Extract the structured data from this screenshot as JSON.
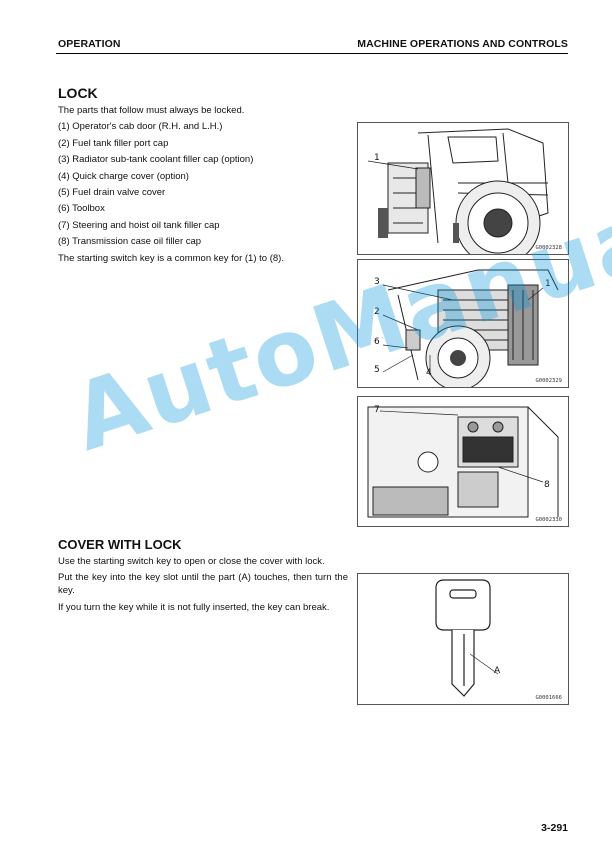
{
  "header": {
    "left": "OPERATION",
    "right": "MACHINE OPERATIONS AND CONTROLS"
  },
  "lock": {
    "title": "LOCK",
    "intro": "The parts that follow must always be locked.",
    "items": [
      "(1) Operator's cab door (R.H. and L.H.)",
      "(2) Fuel tank filler port cap",
      "(3) Radiator sub-tank coolant filler cap (option)",
      "(4) Quick charge cover (option)",
      "(5) Fuel drain valve cover",
      "(6) Toolbox",
      "(7) Steering and hoist oil tank filler cap",
      "(8) Transmission case oil filler cap"
    ],
    "note": "The starting switch key is a common key for (1) to (8)."
  },
  "cover": {
    "title": "COVER WITH LOCK",
    "paragraphs": [
      "Use the starting switch key to open or close the cover with lock.",
      "Put the key into the key slot until the part (A) touches, then turn the key.",
      "If you turn the key while it is not fully inserted, the key can break."
    ]
  },
  "figures": {
    "fig1": {
      "code": "G0002328",
      "callouts": [
        "1"
      ]
    },
    "fig2": {
      "code": "G0002329",
      "callouts": [
        "3",
        "1",
        "2",
        "6",
        "5",
        "4"
      ]
    },
    "fig3": {
      "code": "G0002330",
      "callouts": [
        "7",
        "8"
      ]
    },
    "fig4": {
      "code": "G0001666",
      "callouts": [
        "A"
      ]
    }
  },
  "watermark": "AutoManual",
  "page_number": "3-291"
}
